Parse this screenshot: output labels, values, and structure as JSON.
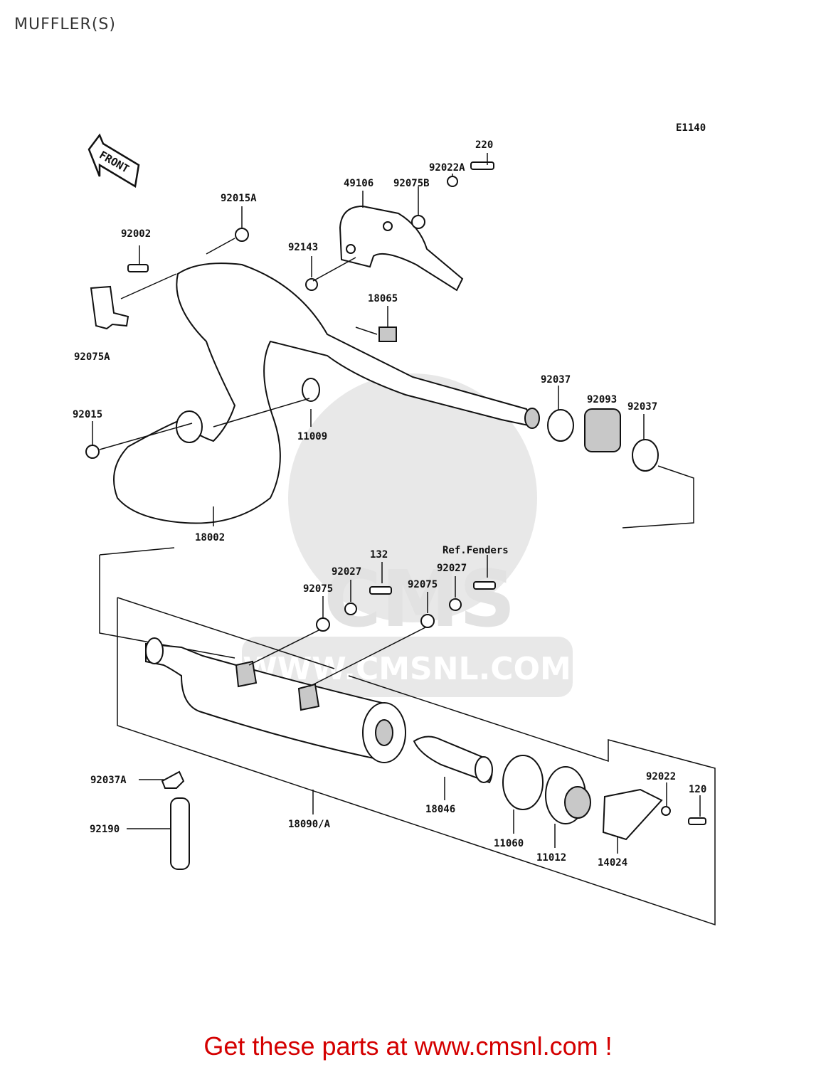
{
  "header": {
    "title": "MUFFLER(S)"
  },
  "diagram": {
    "code": "E1140",
    "front_marker": "FRONT",
    "watermark_text": "WWW.CMSNL.COM",
    "watermark_logo": "CMS",
    "parts": [
      {
        "label": "220"
      },
      {
        "label": "92022A"
      },
      {
        "label": "49106"
      },
      {
        "label": "92075B"
      },
      {
        "label": "92015A"
      },
      {
        "label": "92002"
      },
      {
        "label": "92143"
      },
      {
        "label": "18065"
      },
      {
        "label": "92075A"
      },
      {
        "label": "92037"
      },
      {
        "label": "92093"
      },
      {
        "label": "92037"
      },
      {
        "label": "92015"
      },
      {
        "label": "11009"
      },
      {
        "label": "18002"
      },
      {
        "label": "Ref.Fenders"
      },
      {
        "label": "132"
      },
      {
        "label": "92027"
      },
      {
        "label": "92027"
      },
      {
        "label": "92075"
      },
      {
        "label": "92075"
      },
      {
        "label": "92022"
      },
      {
        "label": "120"
      },
      {
        "label": "92037A"
      },
      {
        "label": "18046"
      },
      {
        "label": "92190"
      },
      {
        "label": "18090/A"
      },
      {
        "label": "11060"
      },
      {
        "label": "11012"
      },
      {
        "label": "14024"
      }
    ]
  },
  "footer": {
    "text": "Get these parts at www.cmsnl.com !",
    "color": "#d40000"
  }
}
